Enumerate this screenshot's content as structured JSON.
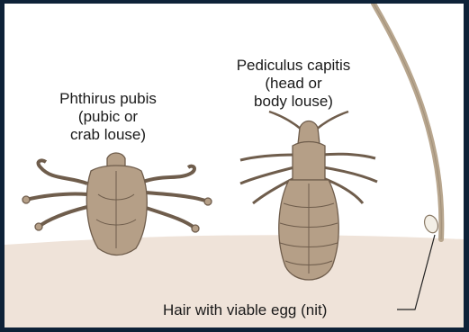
{
  "labels": {
    "pthirus": {
      "line1": "Phthirus pubis",
      "line2": "(pubic or",
      "line3": "crab louse)"
    },
    "pediculus": {
      "line1": "Pediculus capitis",
      "line2": "(head or",
      "line3": "body louse)"
    },
    "nit": "Hair with viable egg (nit)"
  },
  "colors": {
    "border": "#0e2238",
    "background": "#ffffff",
    "skin": "#efe3d9",
    "louse_body": "#b59f87",
    "louse_outline": "#6f5d4c",
    "hair": "#b8a68e"
  }
}
